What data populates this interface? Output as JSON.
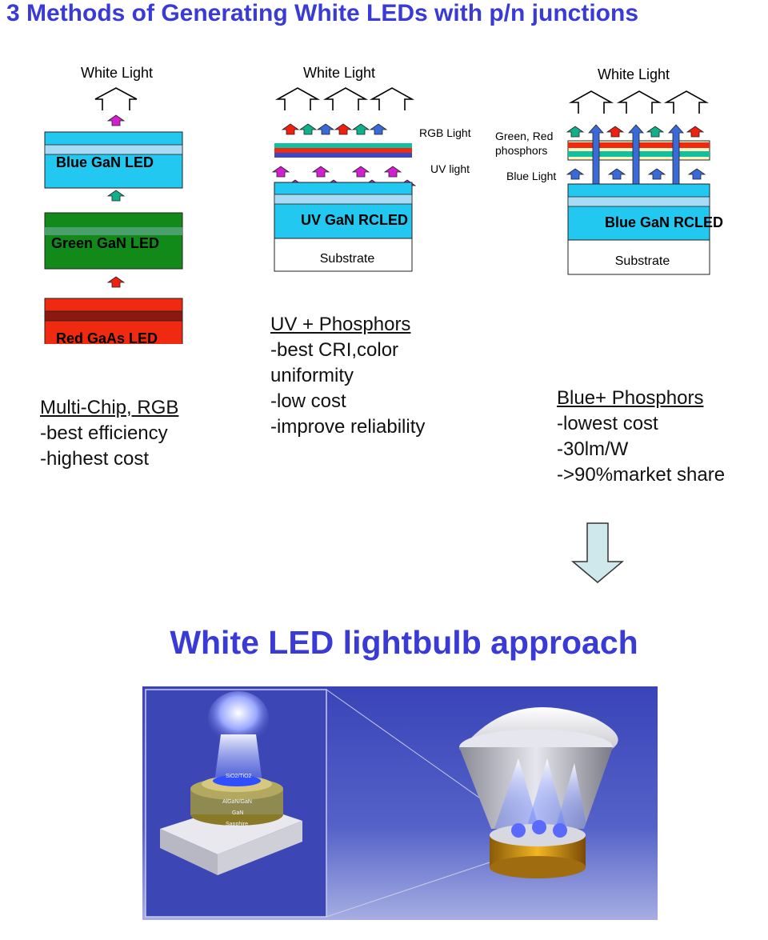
{
  "title": "3 Methods of Generating  White LEDs with p/n junctions",
  "subtitle": "White LED lightbulb approach",
  "colors": {
    "heading": "#3a3ad6",
    "blue_gan": "#22c8f0",
    "green_gan": "#128a1a",
    "red_gaas": "#f02a10",
    "arrow_magenta": "#d020d0",
    "arrow_teal": "#10b08a",
    "arrow_red": "#f02010",
    "arrow_blue": "#3a6ad8",
    "down_arrow": "#cfe8ec"
  },
  "diagram": {
    "white_light": "White Light",
    "method1": {
      "blue_led": "Blue GaN LED",
      "green_led": "Green GaN LED",
      "red_led": "Red GaAs LED"
    },
    "method2": {
      "rgb_light": "RGB Light",
      "uv_light": "UV light",
      "led": "UV GaN RCLED",
      "substrate": "Substrate"
    },
    "method3": {
      "phosphors": [
        "Green, Red",
        "phosphors"
      ],
      "blue_light": "Blue Light",
      "led": "Blue GaN RCLED",
      "substrate": "Substrate"
    }
  },
  "methods": [
    {
      "heading": "Multi-Chip, RGB",
      "points": [
        "-best efficiency",
        "-highest cost"
      ]
    },
    {
      "heading": "UV + Phosphors",
      "points": [
        "-best CRI,color",
        "uniformity",
        "-low cost",
        "-improve reliability"
      ]
    },
    {
      "heading": "Blue+ Phosphors",
      "points": [
        "-lowest cost",
        "-30lm/W",
        "->90%market share"
      ]
    }
  ],
  "photo_labels": [
    "SiO2/TiO2",
    "AlGaN/GaN",
    "GaN",
    "Sapphire"
  ]
}
